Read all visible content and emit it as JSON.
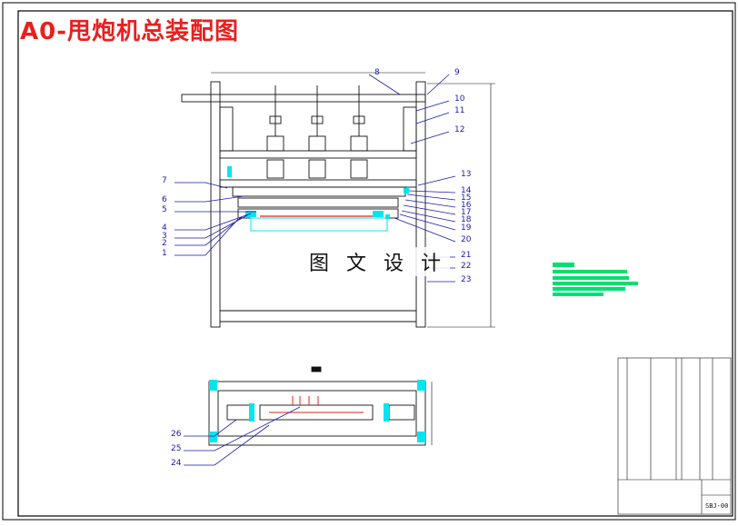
{
  "title": "A0-甩炮机总装配图",
  "watermark": "图 文 设 计",
  "drawing_number": "SBJ-00",
  "callouts": [
    "1",
    "2",
    "3",
    "4",
    "5",
    "6",
    "7",
    "8",
    "9",
    "10",
    "11",
    "12",
    "13",
    "14",
    "15",
    "16",
    "17",
    "18",
    "19",
    "20",
    "21",
    "22",
    "23",
    "24",
    "25",
    "26"
  ],
  "colors": {
    "title": "#e8201f",
    "frame": "#000000",
    "callout": "#1a1ab0",
    "cyan": "#00e5ee",
    "green": "#00e070",
    "red": "#e02020"
  }
}
